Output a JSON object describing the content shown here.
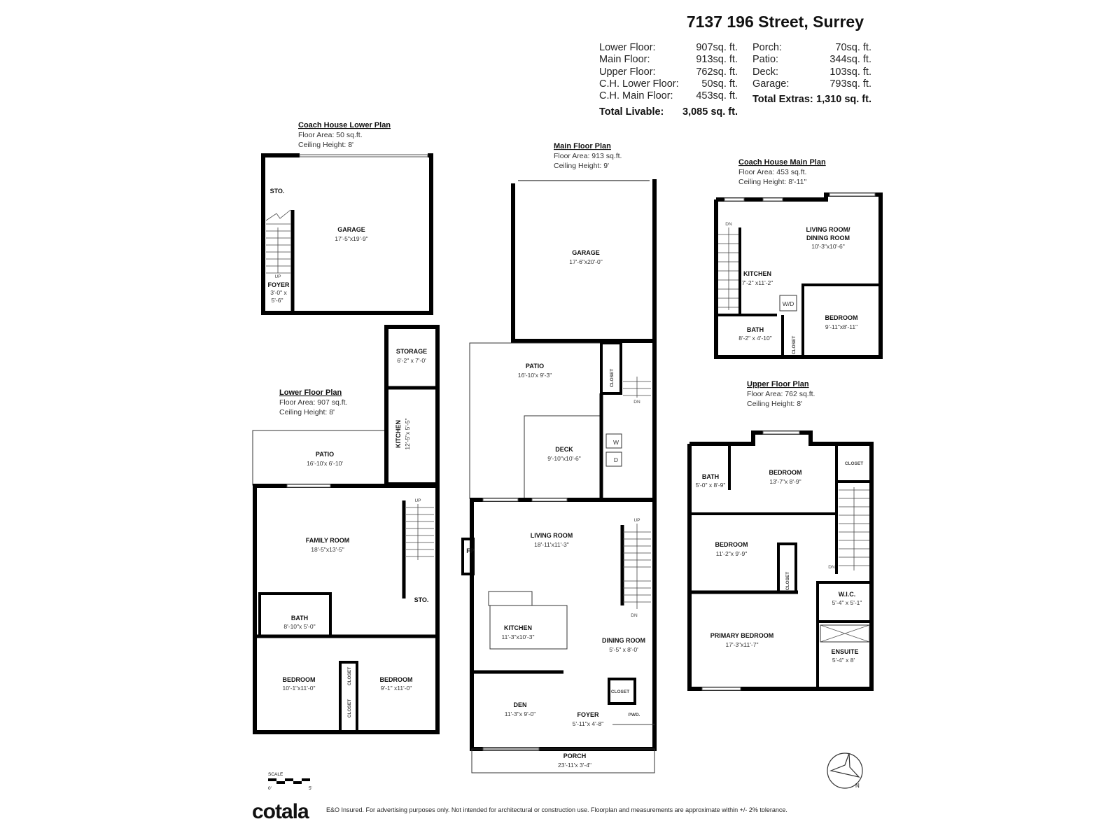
{
  "header": {
    "address": "7137 196 Street, Surrey"
  },
  "summary": {
    "livable": [
      {
        "label": "Lower Floor:",
        "value": "907sq. ft."
      },
      {
        "label": "Main Floor:",
        "value": "913sq. ft."
      },
      {
        "label": "Upper Floor:",
        "value": "762sq. ft."
      },
      {
        "label": "C.H. Lower Floor:",
        "value": "50sq. ft."
      },
      {
        "label": "C.H. Main Floor:",
        "value": "453sq. ft."
      }
    ],
    "total_livable": {
      "label": "Total Livable:",
      "value": "3,085 sq. ft."
    },
    "extras": [
      {
        "label": "Porch:",
        "value": "70sq. ft."
      },
      {
        "label": "Patio:",
        "value": "344sq. ft."
      },
      {
        "label": "Deck:",
        "value": "103sq. ft."
      },
      {
        "label": "Garage:",
        "value": "793sq. ft."
      }
    ],
    "total_extras": {
      "label": "Total Extras:",
      "value": "1,310 sq. ft."
    }
  },
  "plans": {
    "ch_lower": {
      "title": "Coach House Lower Plan",
      "floor_area": "Floor Area: 50 sq.ft.",
      "ceiling": "Ceiling Height: 8'",
      "rooms": [
        {
          "name": "GARAGE",
          "dims": "17'-5\"x19'-9\""
        },
        {
          "name": "STO.",
          "dims": ""
        },
        {
          "name": "FOYER",
          "dims": "3'-0\" x",
          "dims2": "5'-6\""
        }
      ],
      "labels": {
        "up": "UP"
      }
    },
    "ch_main": {
      "title": "Coach House Main Plan",
      "floor_area": "Floor Area: 453 sq.ft.",
      "ceiling": "Ceiling Height: 8'-11\"",
      "rooms": [
        {
          "name": "LIVING ROOM/",
          "name2": "DINING ROOM",
          "dims": "10'-3\"x10'-6\""
        },
        {
          "name": "KITCHEN",
          "dims": "7'-2\" x11'-2\""
        },
        {
          "name": "BEDROOM",
          "dims": "9'-11\"x8'-11\""
        },
        {
          "name": "BATH",
          "dims": "8'-2\" x 4'-10\""
        },
        {
          "name": "CLOSET"
        }
      ],
      "labels": {
        "dn": "DN",
        "wd": "W/D"
      }
    },
    "main": {
      "title": "Main Floor Plan",
      "floor_area": "Floor Area: 913 sq.ft.",
      "ceiling": "Ceiling Height: 9'",
      "rooms": [
        {
          "name": "GARAGE",
          "dims": "17'-6\"x20'-0\""
        },
        {
          "name": "PATIO",
          "dims": "16'-10'x 9'-3\""
        },
        {
          "name": "DECK",
          "dims": "9'-10\"x10'-6\""
        },
        {
          "name": "LIVING ROOM",
          "dims": "18'-11'x11'-3\""
        },
        {
          "name": "KITCHEN",
          "dims": "11'-3\"x10'-3\""
        },
        {
          "name": "DINING ROOM",
          "dims": "5'-5\" x 8'-0'"
        },
        {
          "name": "DEN",
          "dims": "11'-3\"x 9'-0\""
        },
        {
          "name": "FOYER",
          "dims": "5'-11\"x 4'-8\""
        },
        {
          "name": "PORCH",
          "dims": "23'-11'x 3'-4\""
        },
        {
          "name": "CLOSET"
        },
        {
          "name": "CLOSET"
        },
        {
          "name": "PWD."
        }
      ],
      "labels": {
        "up": "UP",
        "dn": "DN",
        "dn2": "DN",
        "fp": "FP",
        "w": "W",
        "d": "D"
      }
    },
    "lower": {
      "title": "Lower Floor Plan",
      "floor_area": "Floor Area: 907 sq.ft.",
      "ceiling": "Ceiling Height: 8'",
      "rooms": [
        {
          "name": "STORAGE",
          "dims": "6'-2\" x 7'-0'"
        },
        {
          "name": "KITCHEN",
          "dims": "12'-5\"x 5'-5\""
        },
        {
          "name": "PATIO",
          "dims": "16'-10'x 6'-10'"
        },
        {
          "name": "FAMILY ROOM",
          "dims": "18'-5\"x13'-5\""
        },
        {
          "name": "STO."
        },
        {
          "name": "BATH",
          "dims": "8'-10\"x 5'-0\""
        },
        {
          "name": "BEDROOM",
          "dims": "10'-1\"x11'-0\""
        },
        {
          "name": "BEDROOM",
          "dims": "9'-1\" x11'-0\""
        },
        {
          "name": "CLOSET"
        },
        {
          "name": "CLOSET"
        }
      ],
      "labels": {
        "up": "UP"
      }
    },
    "upper": {
      "title": "Upper Floor Plan",
      "floor_area": "Floor Area: 762 sq.ft.",
      "ceiling": "Ceiling Height: 8'",
      "rooms": [
        {
          "name": "BEDROOM",
          "dims": "13'-7\"x 8'-9\""
        },
        {
          "name": "BATH",
          "dims": "5'-0\" x 8'-9\""
        },
        {
          "name": "CLOSET"
        },
        {
          "name": "BEDROOM",
          "dims": "11'-2\"x 9'-9\""
        },
        {
          "name": "CLOSET"
        },
        {
          "name": "W.I.C.",
          "dims": "5'-4\" x 5'-1\""
        },
        {
          "name": "PRIMARY BEDROOM",
          "dims": "17'-3\"x11'-7\""
        },
        {
          "name": "ENSUITE",
          "dims": "5'-4\" x 8'"
        }
      ],
      "labels": {
        "dn": "DN"
      }
    }
  },
  "scale": {
    "label": "SCALE",
    "start": "0'",
    "end": "5'"
  },
  "compass": {
    "label": "N"
  },
  "footer": {
    "logo": "cotala",
    "disclaimer": "E&O Insured. For advertising purposes only. Not intended for architectural or construction use. Floorplan and measurements are approximate within +/- 2% tolerance."
  }
}
